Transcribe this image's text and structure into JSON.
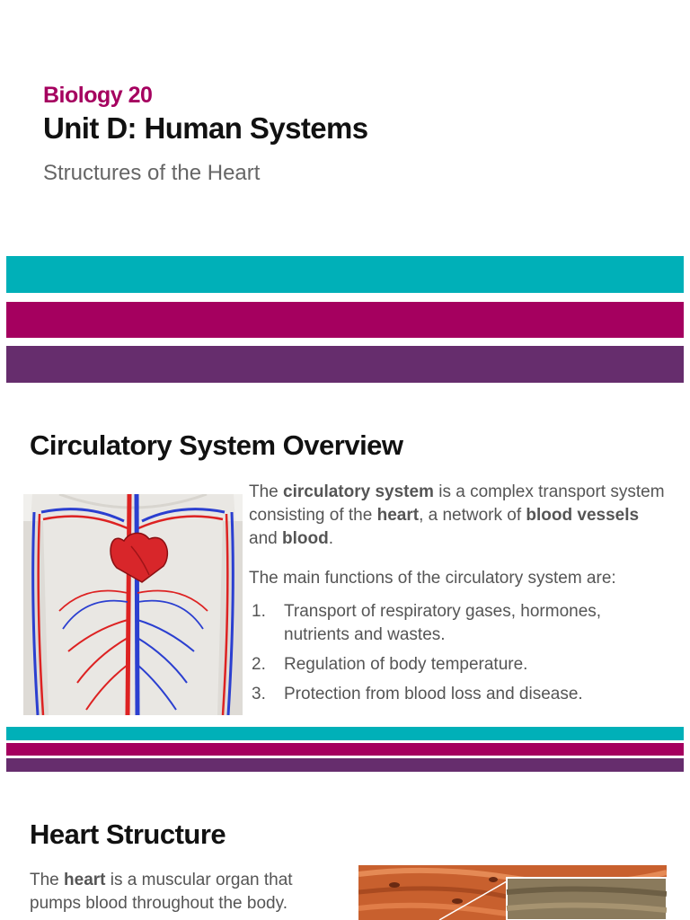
{
  "title_slide": {
    "course": "Biology 20",
    "unit": "Unit D: Human Systems",
    "subtitle": "Structures of the Heart"
  },
  "colors": {
    "teal": "#00b0b8",
    "magenta": "#a5005f",
    "purple": "#662d6d"
  },
  "overview": {
    "heading": "Circulatory System Overview",
    "intro": {
      "t1": "The ",
      "b1": "circulatory system",
      "t2": " is a complex transport system consisting of the ",
      "b2": "heart",
      "t3": ", a network of ",
      "b3": "blood vessels",
      "t4": " and ",
      "b4": "blood",
      "t5": "."
    },
    "functions_lead": "The main functions of the circulatory system are:",
    "functions": [
      {
        "num": "1.",
        "text": "Transport of respiratory gases, hormones, nutrients and wastes."
      },
      {
        "num": "2.",
        "text": "Regulation of body temperature."
      },
      {
        "num": "3.",
        "text": "Protection from blood loss and disease."
      }
    ],
    "image_icon": "circulatory-system-illustration"
  },
  "heart_structure": {
    "heading": "Heart Structure",
    "text": {
      "t1": "The ",
      "b1": "heart",
      "t2": " is a muscular organ that pumps blood throughout the body."
    },
    "image_icon": "cardiac-muscle-micrograph"
  }
}
